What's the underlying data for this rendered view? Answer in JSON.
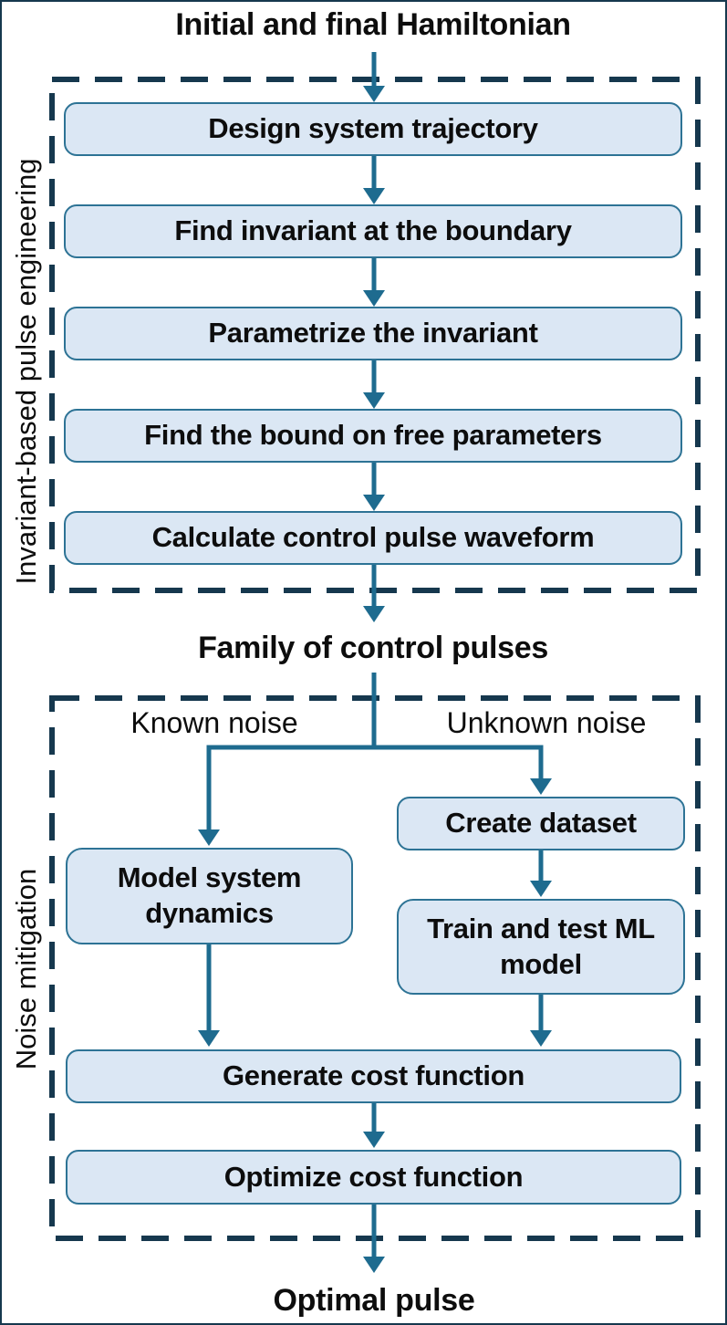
{
  "colors": {
    "background": "#ffffff",
    "outer_border": "#16384e",
    "dash": "#16384e",
    "box_fill": "#dbe7f4",
    "box_border": "#2d7395",
    "arrow": "#1e6b8f",
    "text": "#0d0d0d"
  },
  "flow": {
    "input_label": "Initial and final Hamiltonian",
    "intermediate_label": "Family of control pulses",
    "output_label": "Optimal pulse"
  },
  "stage_pulse_engineering": {
    "group_label": "Invariant-based pulse engineering",
    "steps": [
      "Design system trajectory",
      "Find invariant at the boundary",
      "Parametrize the invariant",
      "Find the bound on free parameters",
      "Calculate control pulse waveform"
    ]
  },
  "stage_noise_mitigation": {
    "group_label": "Noise mitigation",
    "left_branch_label": "Known noise",
    "right_branch_label": "Unknown noise",
    "left_branch_steps": [
      "Model system dynamics"
    ],
    "right_branch_steps": [
      "Create dataset",
      "Train and test ML model"
    ],
    "merged_steps": [
      "Generate cost function",
      "Optimize cost function"
    ]
  },
  "icons": {
    "flow_arrow": "down-arrow-triangle"
  }
}
